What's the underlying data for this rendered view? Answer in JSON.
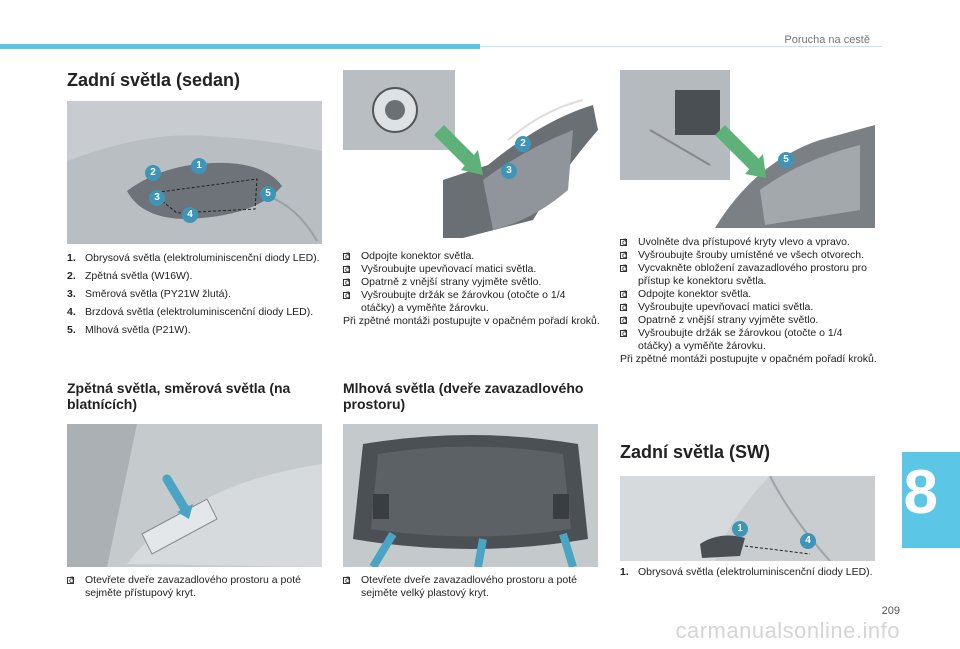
{
  "header": {
    "section": "Porucha na cestě",
    "chapter": "8",
    "page": "209",
    "watermark": "carmanualsonline.info"
  },
  "col1": {
    "title": "Zadní světla (sedan)",
    "items": [
      {
        "n": "1.",
        "text": "Obrysová světla (elektroluminiscenční diody LED)."
      },
      {
        "n": "2.",
        "text": "Zpětná světla (W16W)."
      },
      {
        "n": "3.",
        "text": "Směrová světla (PY21W žlutá)."
      },
      {
        "n": "4.",
        "text": "Brzdová světla (elektroluminiscenční diody LED)."
      },
      {
        "n": "5.",
        "text": "Mlhová světla (P21W)."
      }
    ],
    "subtitle": "Zpětná světla, směrová světla (na blatnících)",
    "bullets": [
      "Otevřete dveře zavazadlového prostoru a poté sejměte přístupový kryt."
    ]
  },
  "col2": {
    "bullets": [
      "Odpojte konektor světla.",
      "Vyšroubujte upevňovací matici světla.",
      "Opatrně z vnější strany vyjměte světlo.",
      "Vyšroubujte držák se žárovkou (otočte o 1/4 otáčky) a vyměňte žárovku."
    ],
    "note": "Při zpětné montáži postupujte v opačném pořadí kroků.",
    "subtitle": "Mlhová světla (dveře zavazadlového prostoru)",
    "bullets2": [
      "Otevřete dveře zavazadlového prostoru a poté sejměte velký plastový kryt."
    ]
  },
  "col3": {
    "bullets": [
      "Uvolněte dva přístupové kryty vlevo a vpravo.",
      "Vyšroubujte šrouby umístěné ve všech otvorech.",
      "Vycvakněte obložení zavazadlového prostoru pro přístup ke konektoru světla.",
      "Odpojte konektor světla.",
      "Vyšroubujte upevňovací matici světla.",
      "Opatrně z vnější strany vyjměte světlo.",
      "Vyšroubujte držák se žárovkou (otočte o 1/4 otáčky) a vyměňte žárovku."
    ],
    "note": "Při zpětné montáži postupujte v opačném pořadí kroků.",
    "title": "Zadní světla (SW)",
    "items": [
      {
        "n": "1.",
        "text": "Obrysová světla (elektroluminiscenční diody LED)."
      }
    ]
  },
  "callouts": {
    "c1": "1",
    "c2": "2",
    "c3": "3",
    "c4": "4",
    "c5": "5"
  },
  "colors": {
    "accent": "#5cc6e6",
    "callout": "#3d96b8"
  }
}
